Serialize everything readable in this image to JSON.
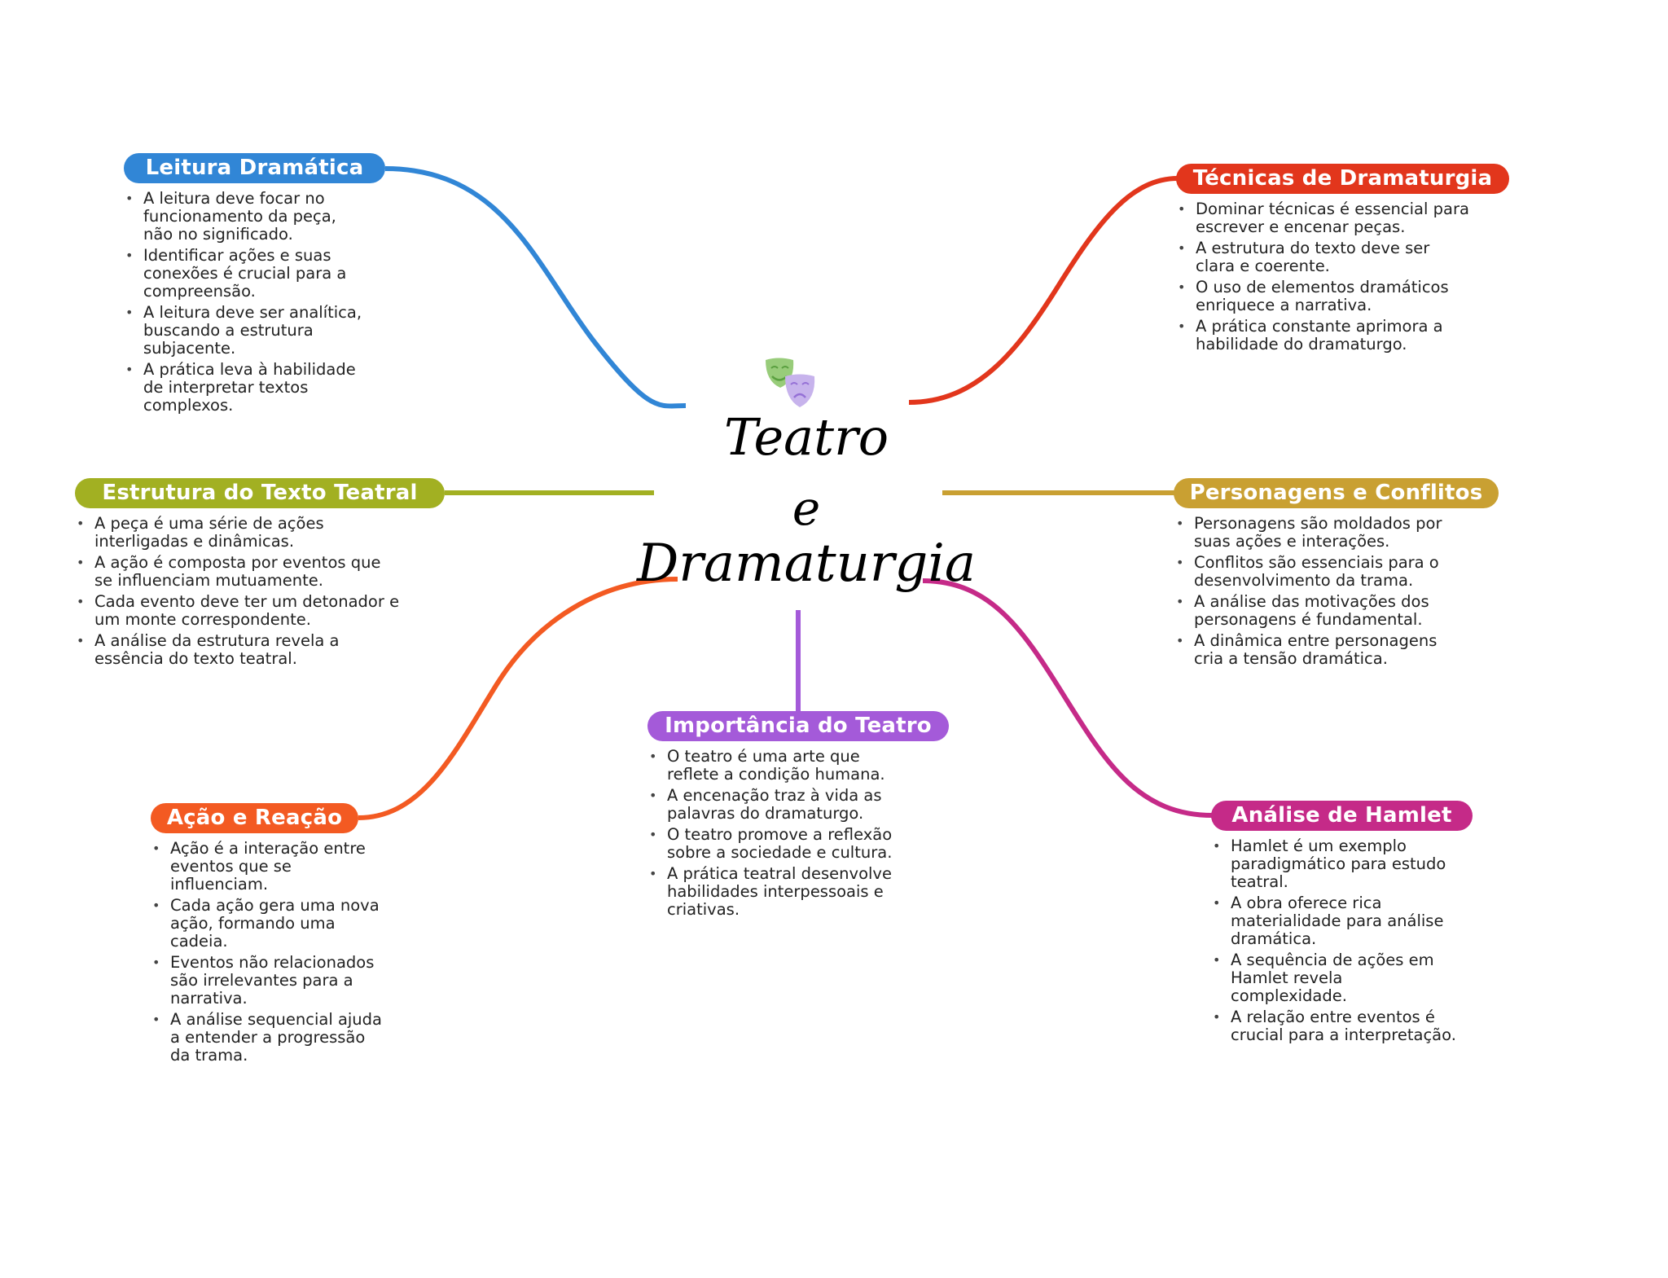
{
  "central": {
    "icon": "theater-masks-icon",
    "title_line1": "Teatro",
    "title_line2": "e",
    "title_line3": "Dramaturgia"
  },
  "branches": [
    {
      "id": "leitura",
      "title": "Leitura Dramática",
      "color": "#3186d6",
      "items": [
        "A leitura deve focar no funcionamento da peça, não no significado.",
        "Identificar ações e suas conexões é crucial para a compreensão.",
        "A leitura deve ser analítica, buscando a estrutura subjacente.",
        "A prática leva à habilidade de interpretar textos complexos."
      ]
    },
    {
      "id": "tecnicas",
      "title": "Técnicas de Dramaturgia",
      "color": "#e2361c",
      "items": [
        "Dominar técnicas é essencial para escrever e encenar peças.",
        "A estrutura do texto deve ser clara e coerente.",
        "O uso de elementos dramáticos enriquece a narrativa.",
        "A prática constante aprimora a habilidade do dramaturgo."
      ]
    },
    {
      "id": "estrutura",
      "title": "Estrutura do Texto Teatral",
      "color": "#a2b022",
      "items": [
        "A peça é uma série de ações interligadas e dinâmicas.",
        "A ação é composta por eventos que se influenciam mutuamente.",
        "Cada evento deve ter um detonador e um monte correspondente.",
        "A análise da estrutura revela a essência do texto teatral."
      ]
    },
    {
      "id": "personagens",
      "title": "Personagens e Conflitos",
      "color": "#c9a032",
      "items": [
        "Personagens são moldados por suas ações e interações.",
        "Conflitos são essenciais para o desenvolvimento da trama.",
        "A análise das motivações dos personagens é fundamental.",
        "A dinâmica entre personagens cria a tensão dramática."
      ]
    },
    {
      "id": "acao",
      "title": "Ação e Reação",
      "color": "#f35a22",
      "items": [
        "Ação é a interação entre eventos que se influenciam.",
        "Cada ação gera uma nova ação, formando uma cadeia.",
        "Eventos não relacionados são irrelevantes para a narrativa.",
        "A análise sequencial ajuda a entender a progressão da trama."
      ]
    },
    {
      "id": "importancia",
      "title": "Importância do Teatro",
      "color": "#a45ad9",
      "items": [
        "O teatro é uma arte que reflete a condição humana.",
        "A encenação traz à vida as palavras do dramaturgo.",
        "O teatro promove a reflexão sobre a sociedade e cultura.",
        "A prática teatral desenvolve habilidades interpessoais e criativas."
      ]
    },
    {
      "id": "hamlet",
      "title": "Análise de Hamlet",
      "color": "#c52a88",
      "items": [
        "Hamlet é um exemplo paradigmático para estudo teatral.",
        "A obra oferece rica materialidade para análise dramática.",
        "A sequência de ações em Hamlet revela complexidade.",
        "A relação entre eventos é crucial para a interpretação."
      ]
    }
  ]
}
